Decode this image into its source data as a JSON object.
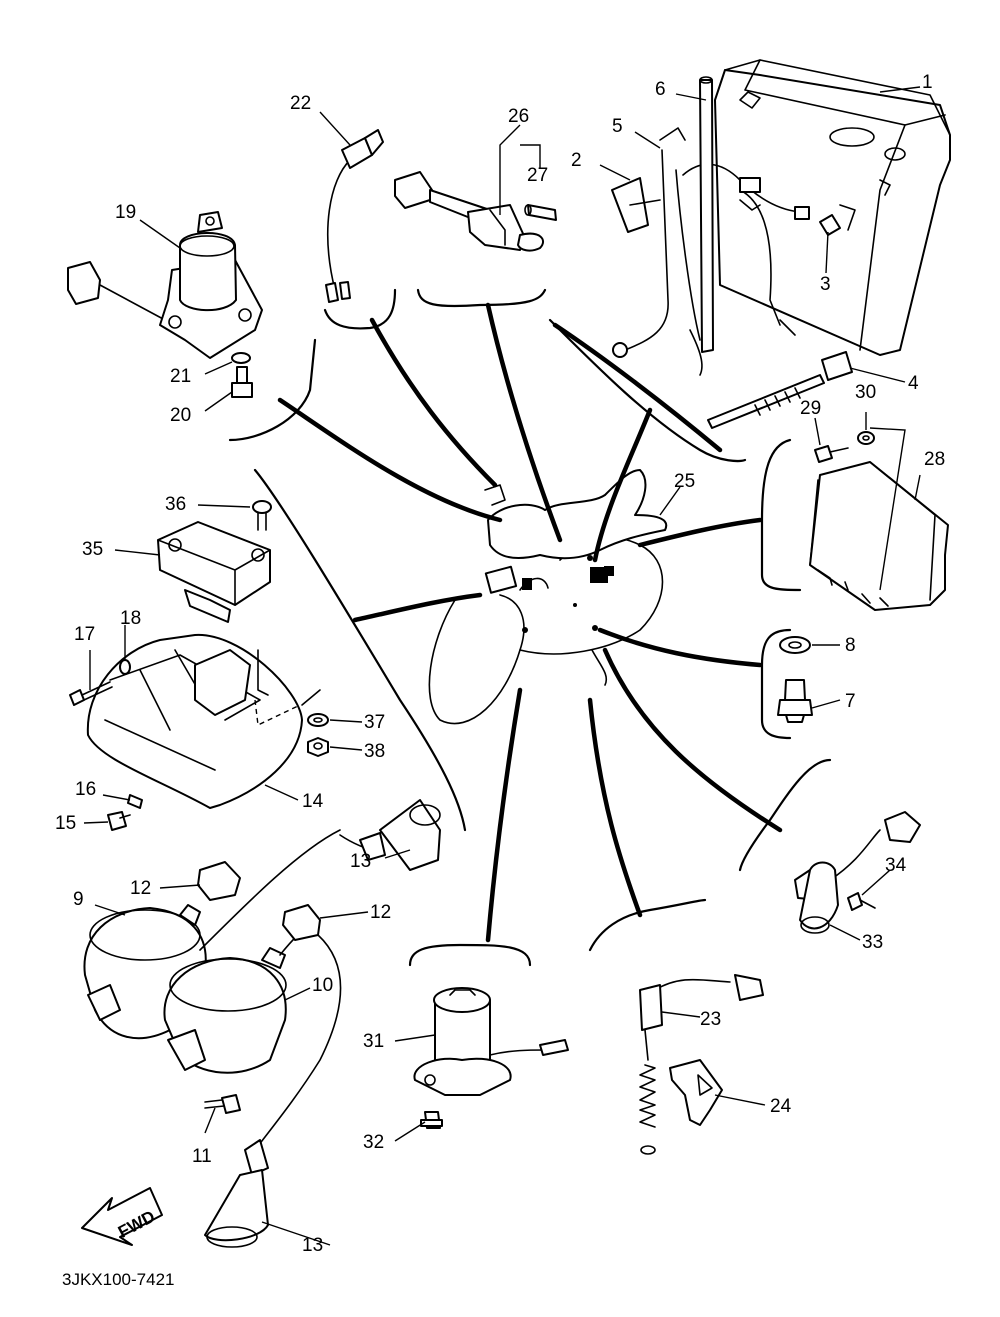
{
  "diagram": {
    "code": "3JKX100-7421",
    "fwd_label": "FWD",
    "callouts": [
      {
        "id": "c1",
        "text": "1"
      },
      {
        "id": "c2",
        "text": "2"
      },
      {
        "id": "c3",
        "text": "3"
      },
      {
        "id": "c4",
        "text": "4"
      },
      {
        "id": "c5",
        "text": "5"
      },
      {
        "id": "c6",
        "text": "6"
      },
      {
        "id": "c7",
        "text": "7"
      },
      {
        "id": "c8",
        "text": "8"
      },
      {
        "id": "c9",
        "text": "9"
      },
      {
        "id": "c10",
        "text": "10"
      },
      {
        "id": "c11",
        "text": "11"
      },
      {
        "id": "c12a",
        "text": "12"
      },
      {
        "id": "c12b",
        "text": "12"
      },
      {
        "id": "c13a",
        "text": "13"
      },
      {
        "id": "c13b",
        "text": "13"
      },
      {
        "id": "c14",
        "text": "14"
      },
      {
        "id": "c15",
        "text": "15"
      },
      {
        "id": "c16",
        "text": "16"
      },
      {
        "id": "c17",
        "text": "17"
      },
      {
        "id": "c18",
        "text": "18"
      },
      {
        "id": "c19",
        "text": "19"
      },
      {
        "id": "c20",
        "text": "20"
      },
      {
        "id": "c21",
        "text": "21"
      },
      {
        "id": "c22",
        "text": "22"
      },
      {
        "id": "c23",
        "text": "23"
      },
      {
        "id": "c24",
        "text": "24"
      },
      {
        "id": "c25",
        "text": "25"
      },
      {
        "id": "c26",
        "text": "26"
      },
      {
        "id": "c27",
        "text": "27"
      },
      {
        "id": "c28",
        "text": "28"
      },
      {
        "id": "c29",
        "text": "29"
      },
      {
        "id": "c30",
        "text": "30"
      },
      {
        "id": "c31",
        "text": "31"
      },
      {
        "id": "c32",
        "text": "32"
      },
      {
        "id": "c33",
        "text": "33"
      },
      {
        "id": "c34",
        "text": "34"
      },
      {
        "id": "c35",
        "text": "35"
      },
      {
        "id": "c36",
        "text": "36"
      },
      {
        "id": "c37",
        "text": "37"
      },
      {
        "id": "c38",
        "text": "38"
      }
    ]
  }
}
